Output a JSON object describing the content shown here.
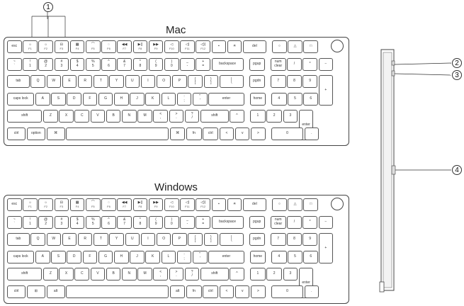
{
  "titles": {
    "mac": "Mac",
    "windows": "Windows"
  },
  "callouts": [
    "1",
    "2",
    "3",
    "4"
  ],
  "mac": {
    "fn_row": [
      {
        "t": "esc",
        "s": ""
      },
      {
        "t": "☼",
        "s": "F1"
      },
      {
        "t": "☼",
        "s": "F2"
      },
      {
        "t": "⊟",
        "s": "F3"
      },
      {
        "t": "▦",
        "s": "F4"
      },
      {
        "t": "⌒",
        "s": "F5"
      },
      {
        "t": "◌",
        "s": "F6"
      },
      {
        "t": "◀◀",
        "s": "F7"
      },
      {
        "t": "▶||",
        "s": "F8"
      },
      {
        "t": "▶▶",
        "s": "F9"
      },
      {
        "t": "◁",
        "s": "F10"
      },
      {
        "t": "◁)",
        "s": "F11"
      },
      {
        "t": "◁))",
        "s": "F12"
      },
      {
        "t": "▪",
        "s": ""
      },
      {
        "t": "☀",
        "s": ""
      },
      {
        "t": "del",
        "s": ""
      },
      {
        "t": "○",
        "s": ""
      },
      {
        "t": "△",
        "s": ""
      },
      {
        "t": "□",
        "s": ""
      }
    ],
    "num_row": [
      {
        "t": "~\n`",
        "s": ""
      },
      {
        "t": "!\n1",
        "s": ""
      },
      {
        "t": "@\n2",
        "s": ""
      },
      {
        "t": "#\n3",
        "s": ""
      },
      {
        "t": "$\n4",
        "s": ""
      },
      {
        "t": "%\n5",
        "s": ""
      },
      {
        "t": "^\n6",
        "s": ""
      },
      {
        "t": "&\n7",
        "s": ""
      },
      {
        "t": "*\n8",
        "s": ""
      },
      {
        "t": "(\n9",
        "s": ""
      },
      {
        "t": ")\n0",
        "s": ""
      },
      {
        "t": "_\n-",
        "s": ""
      },
      {
        "t": "+\n=",
        "s": ""
      },
      {
        "t": "backspace",
        "s": ""
      },
      {
        "t": "pgup",
        "s": ""
      },
      {
        "t": "num\nclear",
        "s": ""
      },
      {
        "t": "/",
        "s": ""
      },
      {
        "t": "*",
        "s": ""
      },
      {
        "t": "−",
        "s": ""
      }
    ],
    "qwerty_row": [
      {
        "t": "tab",
        "s": ""
      },
      {
        "t": "Q",
        "s": ""
      },
      {
        "t": "W",
        "s": ""
      },
      {
        "t": "E",
        "s": ""
      },
      {
        "t": "R",
        "s": ""
      },
      {
        "t": "T",
        "s": ""
      },
      {
        "t": "Y",
        "s": ""
      },
      {
        "t": "U",
        "s": ""
      },
      {
        "t": "I",
        "s": ""
      },
      {
        "t": "O",
        "s": ""
      },
      {
        "t": "P",
        "s": ""
      },
      {
        "t": "{\n[",
        "s": ""
      },
      {
        "t": "}\n]",
        "s": ""
      },
      {
        "t": "|\n\\",
        "s": ""
      },
      {
        "t": "pgdn",
        "s": ""
      },
      {
        "t": "7",
        "s": ""
      },
      {
        "t": "8",
        "s": ""
      },
      {
        "t": "9",
        "s": ""
      },
      {
        "t": "+",
        "s": ""
      }
    ],
    "home_row": [
      {
        "t": "caps lock",
        "s": ""
      },
      {
        "t": "A",
        "s": ""
      },
      {
        "t": "S",
        "s": ""
      },
      {
        "t": "D",
        "s": ""
      },
      {
        "t": "F",
        "s": ""
      },
      {
        "t": "G",
        "s": ""
      },
      {
        "t": "H",
        "s": ""
      },
      {
        "t": "J",
        "s": ""
      },
      {
        "t": "K",
        "s": ""
      },
      {
        "t": "L",
        "s": ""
      },
      {
        "t": ":\n;",
        "s": ""
      },
      {
        "t": "\"\n'",
        "s": ""
      },
      {
        "t": "enter",
        "s": ""
      },
      {
        "t": "home",
        "s": ""
      },
      {
        "t": "4",
        "s": ""
      },
      {
        "t": "5",
        "s": ""
      },
      {
        "t": "6",
        "s": ""
      }
    ],
    "shift_row": [
      {
        "t": "shift",
        "s": ""
      },
      {
        "t": "Z",
        "s": ""
      },
      {
        "t": "X",
        "s": ""
      },
      {
        "t": "C",
        "s": ""
      },
      {
        "t": "V",
        "s": ""
      },
      {
        "t": "B",
        "s": ""
      },
      {
        "t": "N",
        "s": ""
      },
      {
        "t": "M",
        "s": ""
      },
      {
        "t": "<\n,",
        "s": ""
      },
      {
        "t": ">\n.",
        "s": ""
      },
      {
        "t": "?\n/",
        "s": ""
      },
      {
        "t": "shift",
        "s": ""
      },
      {
        "t": "^",
        "s": ""
      },
      {
        "t": "1",
        "s": ""
      },
      {
        "t": "2",
        "s": ""
      },
      {
        "t": "3",
        "s": ""
      },
      {
        "t": "enter",
        "s": ""
      }
    ],
    "bottom_row": [
      {
        "t": "ctrl",
        "s": ""
      },
      {
        "t": "option",
        "s": ""
      },
      {
        "t": "⌘",
        "s": ""
      },
      {
        "t": "",
        "s": ""
      },
      {
        "t": "⌘",
        "s": ""
      },
      {
        "t": "fn",
        "s": ""
      },
      {
        "t": "ctrl",
        "s": ""
      },
      {
        "t": "<",
        "s": ""
      },
      {
        "t": "v",
        "s": ""
      },
      {
        "t": ">",
        "s": ""
      },
      {
        "t": "0",
        "s": ""
      },
      {
        "t": ".",
        "s": ""
      }
    ]
  },
  "windows": {
    "fn_row": [
      {
        "t": "esc",
        "s": ""
      },
      {
        "t": "☼",
        "s": "F1"
      },
      {
        "t": "☼",
        "s": "F2"
      },
      {
        "t": "⊟",
        "s": "F3"
      },
      {
        "t": "▦",
        "s": "F4"
      },
      {
        "t": "⌒",
        "s": "F5"
      },
      {
        "t": "◌",
        "s": "F6"
      },
      {
        "t": "◀◀",
        "s": "F7"
      },
      {
        "t": "▶||",
        "s": "F8"
      },
      {
        "t": "▶▶",
        "s": "F9"
      },
      {
        "t": "◁",
        "s": "F10"
      },
      {
        "t": "◁)",
        "s": "F11"
      },
      {
        "t": "◁))",
        "s": "F12"
      },
      {
        "t": "▪",
        "s": ""
      },
      {
        "t": "☀",
        "s": ""
      },
      {
        "t": "del",
        "s": ""
      },
      {
        "t": "○",
        "s": ""
      },
      {
        "t": "△",
        "s": ""
      },
      {
        "t": "□",
        "s": ""
      }
    ],
    "num_row": [
      {
        "t": "~\n`",
        "s": ""
      },
      {
        "t": "!\n1",
        "s": ""
      },
      {
        "t": "@\n2",
        "s": ""
      },
      {
        "t": "#\n3",
        "s": ""
      },
      {
        "t": "$\n4",
        "s": ""
      },
      {
        "t": "%\n5",
        "s": ""
      },
      {
        "t": "^\n6",
        "s": ""
      },
      {
        "t": "&\n7",
        "s": ""
      },
      {
        "t": "*\n8",
        "s": ""
      },
      {
        "t": "(\n9",
        "s": ""
      },
      {
        "t": ")\n0",
        "s": ""
      },
      {
        "t": "_\n-",
        "s": ""
      },
      {
        "t": "+\n=",
        "s": ""
      },
      {
        "t": "backspace",
        "s": ""
      },
      {
        "t": "pgup",
        "s": ""
      },
      {
        "t": "num\nclear",
        "s": ""
      },
      {
        "t": "/",
        "s": ""
      },
      {
        "t": "*",
        "s": ""
      },
      {
        "t": "−",
        "s": ""
      }
    ],
    "qwerty_row": [
      {
        "t": "tab",
        "s": ""
      },
      {
        "t": "Q",
        "s": ""
      },
      {
        "t": "W",
        "s": ""
      },
      {
        "t": "E",
        "s": ""
      },
      {
        "t": "R",
        "s": ""
      },
      {
        "t": "T",
        "s": ""
      },
      {
        "t": "Y",
        "s": ""
      },
      {
        "t": "U",
        "s": ""
      },
      {
        "t": "I",
        "s": ""
      },
      {
        "t": "O",
        "s": ""
      },
      {
        "t": "P",
        "s": ""
      },
      {
        "t": "{\n[",
        "s": ""
      },
      {
        "t": "}\n]",
        "s": ""
      },
      {
        "t": "|\n\\",
        "s": ""
      },
      {
        "t": "pgdn",
        "s": ""
      },
      {
        "t": "7",
        "s": ""
      },
      {
        "t": "8",
        "s": ""
      },
      {
        "t": "9",
        "s": ""
      },
      {
        "t": "+",
        "s": ""
      }
    ],
    "home_row": [
      {
        "t": "caps lock",
        "s": ""
      },
      {
        "t": "A",
        "s": ""
      },
      {
        "t": "S",
        "s": ""
      },
      {
        "t": "D",
        "s": ""
      },
      {
        "t": "F",
        "s": ""
      },
      {
        "t": "G",
        "s": ""
      },
      {
        "t": "H",
        "s": ""
      },
      {
        "t": "J",
        "s": ""
      },
      {
        "t": "K",
        "s": ""
      },
      {
        "t": "L",
        "s": ""
      },
      {
        "t": ":\n;",
        "s": ""
      },
      {
        "t": "\"\n'",
        "s": ""
      },
      {
        "t": "enter",
        "s": ""
      },
      {
        "t": "home",
        "s": ""
      },
      {
        "t": "4",
        "s": ""
      },
      {
        "t": "5",
        "s": ""
      },
      {
        "t": "6",
        "s": ""
      }
    ],
    "shift_row": [
      {
        "t": "shift",
        "s": ""
      },
      {
        "t": "Z",
        "s": ""
      },
      {
        "t": "X",
        "s": ""
      },
      {
        "t": "C",
        "s": ""
      },
      {
        "t": "V",
        "s": ""
      },
      {
        "t": "B",
        "s": ""
      },
      {
        "t": "N",
        "s": ""
      },
      {
        "t": "M",
        "s": ""
      },
      {
        "t": "<\n,",
        "s": ""
      },
      {
        "t": ">\n.",
        "s": ""
      },
      {
        "t": "?\n/",
        "s": ""
      },
      {
        "t": "shift",
        "s": ""
      },
      {
        "t": "^",
        "s": ""
      },
      {
        "t": "1",
        "s": ""
      },
      {
        "t": "2",
        "s": ""
      },
      {
        "t": "3",
        "s": ""
      },
      {
        "t": "enter",
        "s": ""
      }
    ],
    "bottom_row": [
      {
        "t": "ctrl",
        "s": ""
      },
      {
        "t": "⊞",
        "s": ""
      },
      {
        "t": "alt",
        "s": ""
      },
      {
        "t": "",
        "s": ""
      },
      {
        "t": "alt",
        "s": ""
      },
      {
        "t": "fn",
        "s": ""
      },
      {
        "t": "ctrl",
        "s": ""
      },
      {
        "t": "<",
        "s": ""
      },
      {
        "t": "v",
        "s": ""
      },
      {
        "t": ">",
        "s": ""
      },
      {
        "t": "0",
        "s": ""
      },
      {
        "t": ".",
        "s": ""
      }
    ]
  }
}
